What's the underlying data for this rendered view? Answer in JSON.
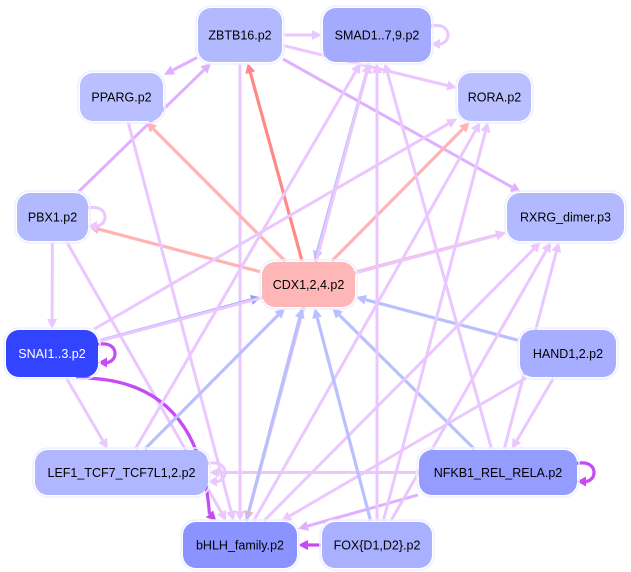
{
  "nodes": [
    {
      "id": "ZBTB16",
      "label": "ZBTB16.p2",
      "fill": "#b3b9ff",
      "text": "#000000"
    },
    {
      "id": "SMAD",
      "label": "SMAD1..7,9.p2",
      "fill": "#a4abff",
      "text": "#000000"
    },
    {
      "id": "PPARG",
      "label": "PPARG.p2",
      "fill": "#babfff",
      "text": "#000000"
    },
    {
      "id": "RORA",
      "label": "RORA.p2",
      "fill": "#babfff",
      "text": "#000000"
    },
    {
      "id": "PBX1",
      "label": "PBX1.p2",
      "fill": "#b3b9ff",
      "text": "#000000"
    },
    {
      "id": "RXRG",
      "label": "RXRG_dimer.p3",
      "fill": "#b3b9ff",
      "text": "#000000"
    },
    {
      "id": "CDX",
      "label": "CDX1,2,4.p2",
      "fill": "#ffb6b6",
      "text": "#000000"
    },
    {
      "id": "SNAI",
      "label": "SNAI1..3.p2",
      "fill": "#3344ff",
      "text": "#ffffff"
    },
    {
      "id": "HAND",
      "label": "HAND1,2.p2",
      "fill": "#a8aeff",
      "text": "#000000"
    },
    {
      "id": "LEF1",
      "label": "LEF1_TCF7_TCF7L1,2.p2",
      "fill": "#b0b6ff",
      "text": "#000000"
    },
    {
      "id": "NFKB1",
      "label": "NFKB1_REL_RELA.p2",
      "fill": "#949cff",
      "text": "#000000"
    },
    {
      "id": "bHLH",
      "label": "bHLH_family.p2",
      "fill": "#8a93ff",
      "text": "#000000"
    },
    {
      "id": "FOX",
      "label": "FOX{D1,D2}.p2",
      "fill": "#a9b0ff",
      "text": "#000000"
    }
  ],
  "edge_colors": {
    "light": "#eac8ff",
    "purple": "#dfb0ff",
    "magenta": "#c44cf5",
    "red": "#ff8888",
    "pink": "#ffb3b3",
    "blue": "#8f9cff",
    "lightblue": "#b9c0ff"
  },
  "edges": [
    [
      "ZBTB16",
      "SMAD",
      "light"
    ],
    [
      "SMAD",
      "SMAD",
      "light"
    ],
    [
      "ZBTB16",
      "PPARG",
      "purple"
    ],
    [
      "ZBTB16",
      "RORA",
      "light"
    ],
    [
      "ZBTB16",
      "RXRG",
      "purple"
    ],
    [
      "ZBTB16",
      "bHLH",
      "light"
    ],
    [
      "CDX",
      "ZBTB16",
      "red"
    ],
    [
      "CDX",
      "SMAD",
      "pink"
    ],
    [
      "SMAD",
      "CDX",
      "lightblue"
    ],
    [
      "CDX",
      "PPARG",
      "pink"
    ],
    [
      "CDX",
      "PBX1",
      "pink"
    ],
    [
      "CDX",
      "RORA",
      "pink"
    ],
    [
      "CDX",
      "RXRG",
      "pink"
    ],
    [
      "PBX1",
      "ZBTB16",
      "purple"
    ],
    [
      "PBX1",
      "PBX1",
      "light"
    ],
    [
      "PBX1",
      "SNAI",
      "light"
    ],
    [
      "PBX1",
      "bHLH",
      "light"
    ],
    [
      "PPARG",
      "bHLH",
      "light"
    ],
    [
      "SNAI",
      "CDX",
      "blue"
    ],
    [
      "SNAI",
      "SNAI",
      "magenta"
    ],
    [
      "SNAI",
      "bHLH",
      "magenta"
    ],
    [
      "SNAI",
      "LEF1",
      "light"
    ],
    [
      "SNAI",
      "RORA",
      "light"
    ],
    [
      "SNAI",
      "RXRG",
      "light"
    ],
    [
      "LEF1",
      "CDX",
      "lightblue"
    ],
    [
      "LEF1",
      "SMAD",
      "light"
    ],
    [
      "HAND",
      "CDX",
      "lightblue"
    ],
    [
      "HAND",
      "NFKB1",
      "light"
    ],
    [
      "HAND",
      "bHLH",
      "light"
    ],
    [
      "NFKB1",
      "CDX",
      "lightblue"
    ],
    [
      "NFKB1",
      "NFKB1",
      "magenta"
    ],
    [
      "NFKB1",
      "LEF1",
      "light"
    ],
    [
      "NFKB1",
      "bHLH",
      "purple"
    ],
    [
      "NFKB1",
      "SMAD",
      "light"
    ],
    [
      "NFKB1",
      "RXRG",
      "light"
    ],
    [
      "bHLH",
      "SMAD",
      "light"
    ],
    [
      "bHLH",
      "RXRG",
      "light"
    ],
    [
      "bHLH",
      "RORA",
      "light"
    ],
    [
      "CDX",
      "bHLH",
      "pink"
    ],
    [
      "bHLH",
      "CDX",
      "lightblue"
    ],
    [
      "FOX",
      "CDX",
      "lightblue"
    ],
    [
      "FOX",
      "bHLH",
      "magenta"
    ],
    [
      "FOX",
      "SMAD",
      "light"
    ],
    [
      "FOX",
      "RORA",
      "light"
    ],
    [
      "FOX",
      "RXRG",
      "light"
    ],
    [
      "LEF1",
      "LEF1",
      "light"
    ]
  ]
}
